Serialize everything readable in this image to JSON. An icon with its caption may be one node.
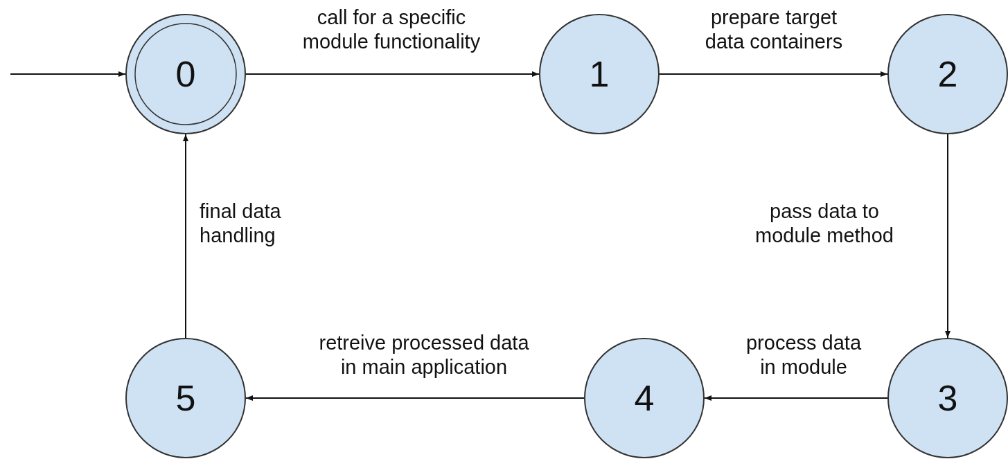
{
  "diagram": {
    "nodes": [
      {
        "text": [
          "0"
        ]
      },
      {
        "text": [
          "1"
        ]
      },
      {
        "text": [
          "2"
        ]
      },
      {
        "text": [
          "3"
        ]
      },
      {
        "text": [
          "4"
        ]
      },
      {
        "text": [
          "5"
        ]
      }
    ],
    "edges": [
      {
        "from": null,
        "to": 0,
        "arrow": "to"
      },
      {
        "from": 0,
        "to": 1,
        "arrow": "to",
        "label": "call for a specific module functionality"
      },
      {
        "from": 1,
        "to": 2,
        "arrow": "to",
        "label": "prepare target data containers"
      },
      {
        "from": 2,
        "to": 3,
        "arrow": "to",
        "label": "pass data to module method"
      },
      {
        "from": 3,
        "to": 4,
        "arrow": "to",
        "label": "process data in module"
      },
      {
        "from": 4,
        "to": 5,
        "arrow": "to",
        "label": "retreive processed data in main application"
      },
      {
        "from": 5,
        "to": 0,
        "arrow": "to",
        "label": "final data handling"
      }
    ]
  }
}
